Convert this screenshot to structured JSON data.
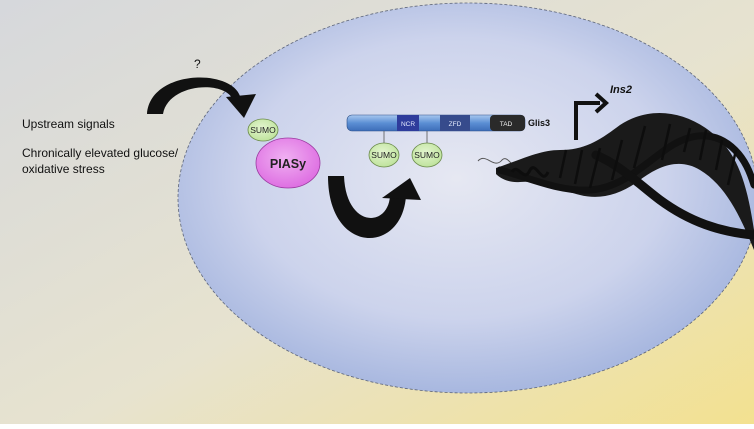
{
  "labels": {
    "upstream": "Upstream signals",
    "stress_line1": "Chronically elevated glucose/",
    "stress_line2": "oxidative stress",
    "question": "?",
    "sumo": "SUMO",
    "piasy": "PIASy",
    "ncr": "NCR",
    "zfd": "ZFD",
    "tad": "TAD",
    "glis3": "Glis3",
    "ins2": "Ins2"
  },
  "colors": {
    "nucleus": "#a8b7df",
    "sumo": "#cdebb0",
    "piasy": "#e27ce6",
    "protein_bar": "#5b8fd4",
    "ncr": "#2e3c9c",
    "zfd": "#364b8c",
    "tad": "#2a2a2a",
    "dna": "#111111"
  }
}
